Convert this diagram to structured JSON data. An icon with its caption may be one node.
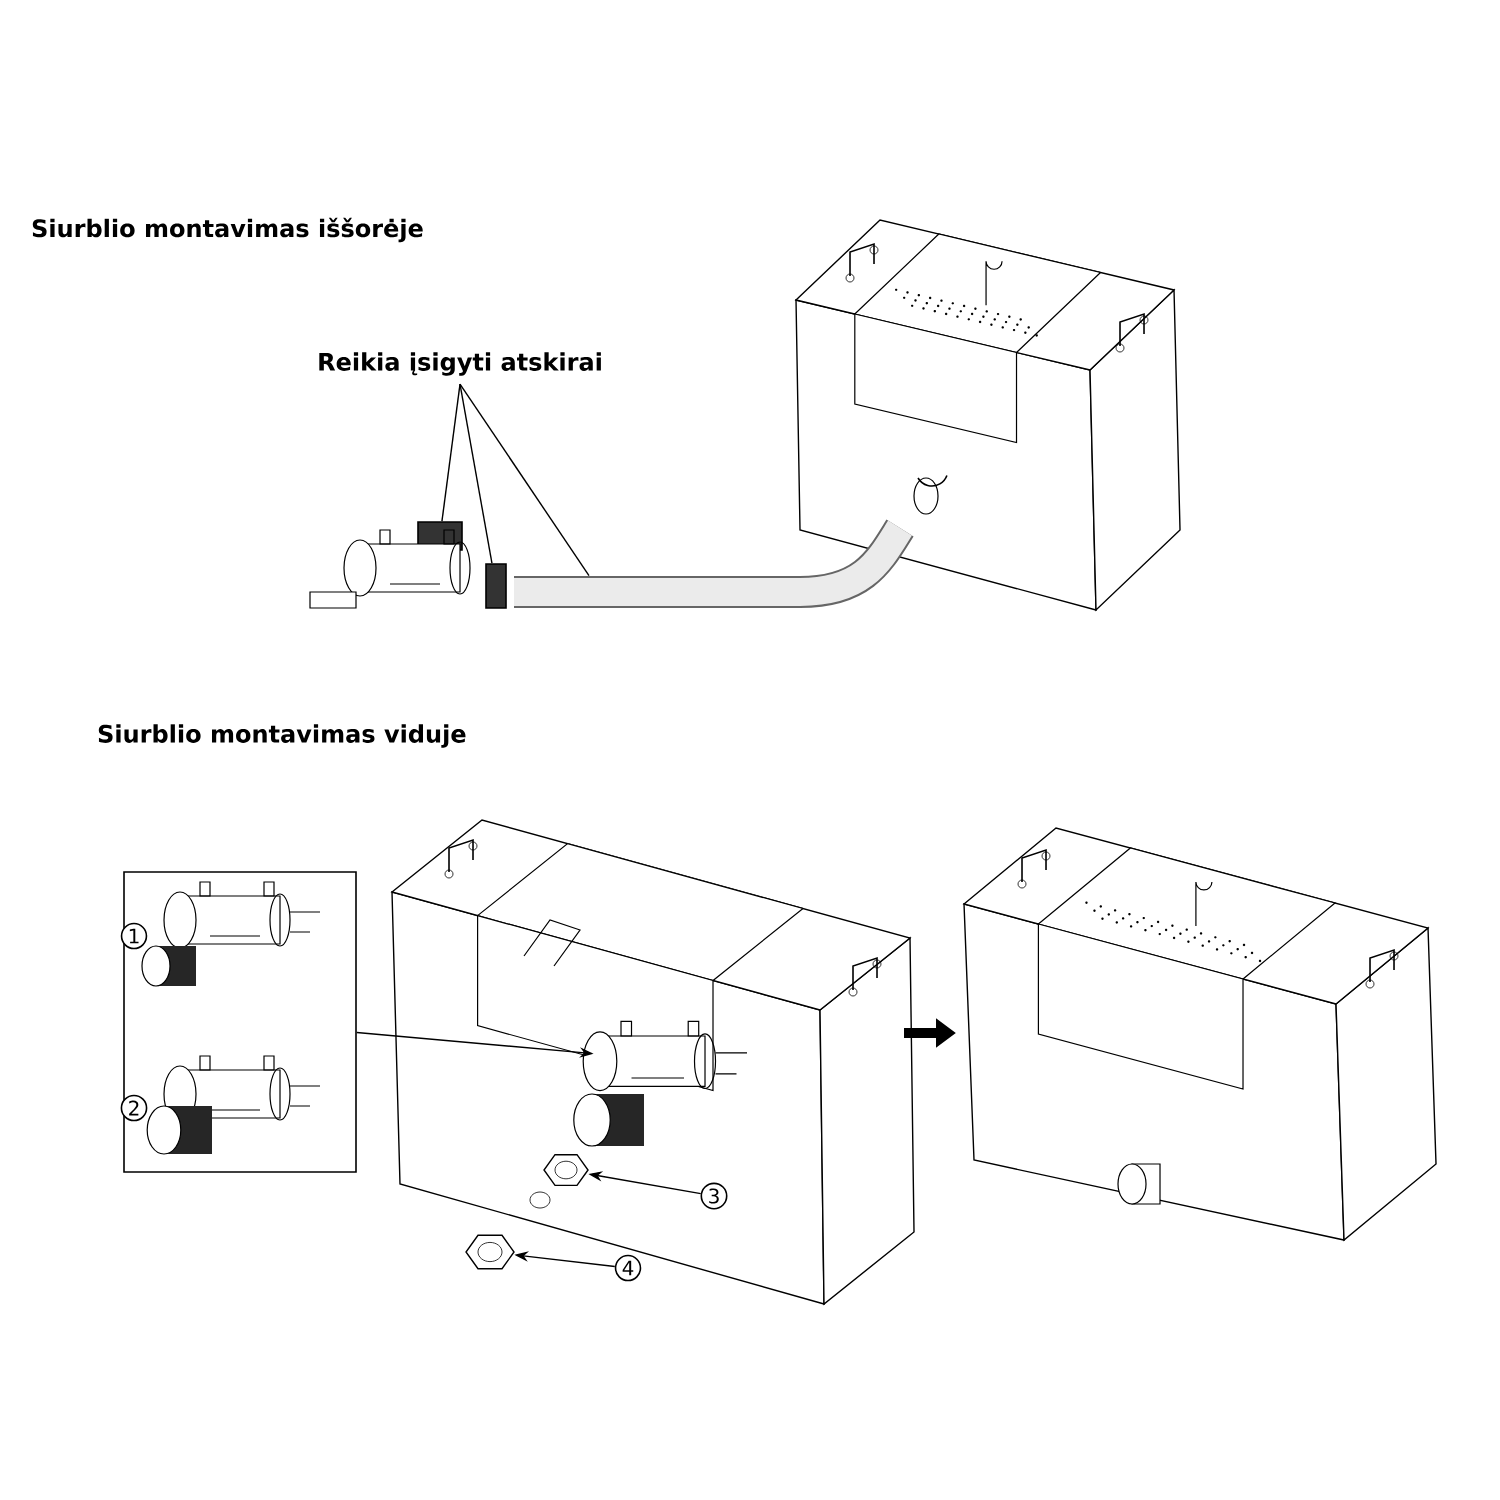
{
  "diagram": {
    "title": "Siurblio montavimas iššorėje",
    "nodes": [
      {
        "text": [
          "Reikia įsigyti atskirai"
        ]
      },
      {
        "text": [],
        "shape": "box"
      },
      {
        "text": [],
        "shape": "box"
      },
      {
        "text": [],
        "shape": "picture"
      },
      {
        "text": [],
        "shape": "picture"
      },
      {
        "text": [
          "1",
          "2"
        ]
      },
      {
        "text": [],
        "shape": "picture"
      },
      {
        "text": [],
        "shape": "picture",
        "in": 6
      },
      {
        "text": [
          "3"
        ],
        "in": 6
      },
      {
        "text": [],
        "shape": "picture",
        "in": 6
      },
      {
        "text": [
          "4"
        ]
      },
      {
        "text": [],
        "shape": "picture"
      },
      {
        "text": [],
        "shape": "picture"
      }
    ],
    "edges": [
      {
        "from": 0,
        "to": 1,
        "arrow": "none"
      },
      {
        "from": 0,
        "to": 2,
        "arrow": "none"
      },
      {
        "from": 0,
        "to": 3,
        "arrow": "none"
      },
      {
        "from": 5,
        "to": 7,
        "arrow": "to"
      },
      {
        "from": 8,
        "to": 9,
        "arrow": "to"
      },
      {
        "from": 10,
        "to": 11,
        "arrow": "to"
      },
      {
        "from": 6,
        "to": 12,
        "arrow": "to",
        "style": "thick"
      }
    ],
    "labels": [
      "Siurblio montavimas viduje"
    ]
  }
}
